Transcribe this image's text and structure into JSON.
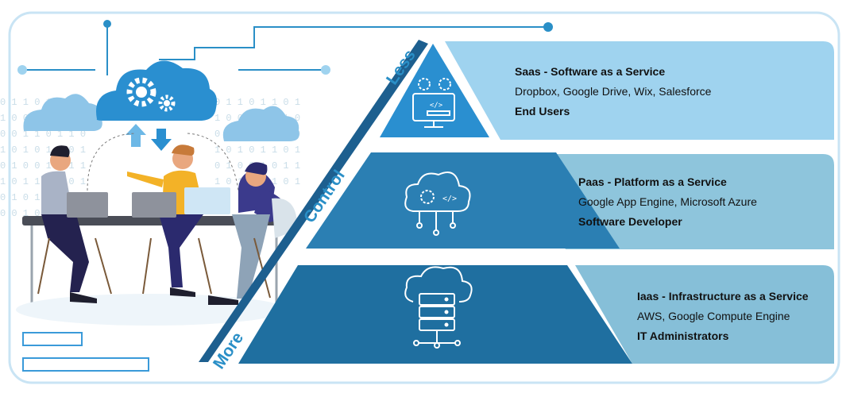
{
  "axis": {
    "low_label": "Less",
    "mid_label": "Control",
    "high_label": "More"
  },
  "tiers": [
    {
      "title": "Saas - Software as a Service",
      "examples": "Dropbox, Google Drive, Wix, Salesforce",
      "audience": "End Users",
      "icon": "cloud-gear-code-icon",
      "band_color": "#9fd3ef",
      "shape_color": "#2a8fd0"
    },
    {
      "title": "Paas - Platform as a Service",
      "examples": "Google App Engine, Microsoft Azure",
      "audience": "Software Developer",
      "icon": "cloud-network-code-icon",
      "band_color": "#8ec5dc",
      "shape_color": "#2b7fb3"
    },
    {
      "title": "Iaas - Infrastructure as a Service",
      "examples": "AWS, Google Compute Engine",
      "audience": "IT Administrators",
      "icon": "cloud-server-icon",
      "band_color": "#86bfd8",
      "shape_color": "#1f6fa0"
    }
  ],
  "illustration": {
    "binary_text": "0 1 1 0 1 1 0 1"
  },
  "colors": {
    "frame": "#c9e4f4",
    "accent": "#2a8fc7",
    "dark_blue": "#1d5f8f"
  }
}
